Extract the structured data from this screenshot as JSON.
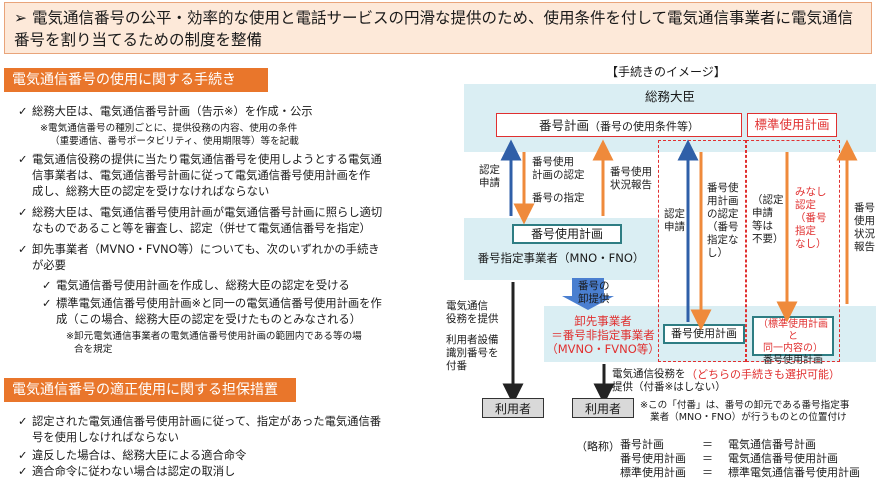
{
  "banner": {
    "arrow": "➢",
    "text": "電気通信番号の公平・効率的な使用と電話サービスの円滑な提供のため、使用条件を付して電気通信事業者に電気通信番号を割り当てるための制度を整備"
  },
  "sec1": {
    "title": "電気通信番号の使用に関する手続き",
    "items": [
      {
        "check": "✓",
        "text": "総務大臣は、電気通信番号計画（告示※）を作成・公示"
      },
      {
        "note1": "※電気通信番号の種別ごとに、提供役務の内容、使用の条件",
        "note2": "（重要通信、番号ポータビリティ、使用期限等）等を記載"
      },
      {
        "check": "✓",
        "l1": "電気通信役務の提供に当たり電気通信番号を使用しようとする電気通",
        "l2": "信事業者は、電気通信番号計画に従って電気通信番号使用計画を作",
        "l3": "成し、総務大臣の認定を受けなければならない"
      },
      {
        "check": "✓",
        "l1": "総務大臣は、電気通信番号使用計画が電気通信番号計画に照らし適切",
        "l2": "なものであること等を審査し、認定（併せて電気通信番号を指定）"
      },
      {
        "check": "✓",
        "l1": "卸先事業者（MVNO・FVNO等）についても、次のいずれかの手続き",
        "l2": "が必要"
      },
      {
        "check": "✓",
        "text": "電気通信番号使用計画を作成し、総務大臣の認定を受ける"
      },
      {
        "check": "✓",
        "l1": "標準電気通信番号使用計画※と同一の電気通信番号使用計画を作",
        "l2": "成（この場合、総務大臣の認定を受けたものとみなされる）"
      },
      {
        "note1": "※卸元電気通信事業者の電気通信番号使用計画の範囲内である等の場",
        "note2": "合を規定"
      }
    ]
  },
  "sec2": {
    "title": "電気通信番号の適正使用に関する担保措置",
    "items": [
      {
        "check": "✓",
        "l1": "認定された電気通信番号使用計画に従って、指定があった電気通信番",
        "l2": "号を使用しなければならない"
      },
      {
        "check": "✓",
        "text": "違反した場合は、総務大臣による適合命令"
      },
      {
        "check": "✓",
        "text": "適合命令に従わない場合は認定の取消し"
      }
    ]
  },
  "diagram": {
    "title": "【手続きのイメージ】",
    "minister": "総務大臣",
    "plan": "番号計画",
    "plan_sub": "（番号の使用条件等）",
    "std_plan": "標準使用計画",
    "ninte": "認定",
    "shinsei": "申請",
    "up_label": "番号使用計画の認定",
    "up_l1": "番号使用",
    "up_l2": "計画の認定",
    "shitei": "番号の指定",
    "status1": "番号使用",
    "status2": "状況報告",
    "ninte_shinsei": "認定申請",
    "mid_l": [
      "番号使",
      "用計画",
      "の認定",
      "（番号",
      "指定な",
      "し）"
    ],
    "std_l": [
      "（認定",
      "申請",
      "等は",
      "不要）"
    ],
    "minashi": [
      "みなし",
      "認定",
      "（番号",
      "指定",
      "なし）"
    ],
    "right_status": [
      "番号",
      "使用",
      "状況",
      "報告"
    ],
    "holder_box": "番号使用計画",
    "holder": "番号指定事業者（MNO・FNO）",
    "oroshi1": "番号の",
    "oroshi2": "卸提供",
    "left_svc": [
      "電気通信",
      "役務を提供"
    ],
    "left_id": [
      "利用者設備",
      "識別番号を",
      "付番"
    ],
    "wholesale1": "卸先事業者",
    "wholesale2": "＝番号非指定事業者",
    "wholesale3": "（MVNO・FVNO等）",
    "ws_plan": "番号使用計画",
    "std_same1": "（標準使用計画と",
    "std_same2": "同一内容の）",
    "std_same3": "番号使用計画",
    "either": "（どちらの手続きも選択可能）",
    "svc_bottom1": "電気通信役務を",
    "svc_bottom2": "提供（付番※はしない）",
    "user": "利用者",
    "fn1": "※この「付番」は、番号の卸元である番号指定事",
    "fn2": "業者（MNO・FNO）が行うものとの位置付け",
    "abbr": "（略称）",
    "abbr_rows": [
      {
        "k": "番号計画",
        "eq": "＝",
        "v": "電気通信番号計画"
      },
      {
        "k": "番号使用計画",
        "eq": "＝",
        "v": "電気通信番号使用計画"
      },
      {
        "k": "標準使用計画",
        "eq": "＝",
        "v": "標準電気通信番号使用計画"
      }
    ]
  }
}
